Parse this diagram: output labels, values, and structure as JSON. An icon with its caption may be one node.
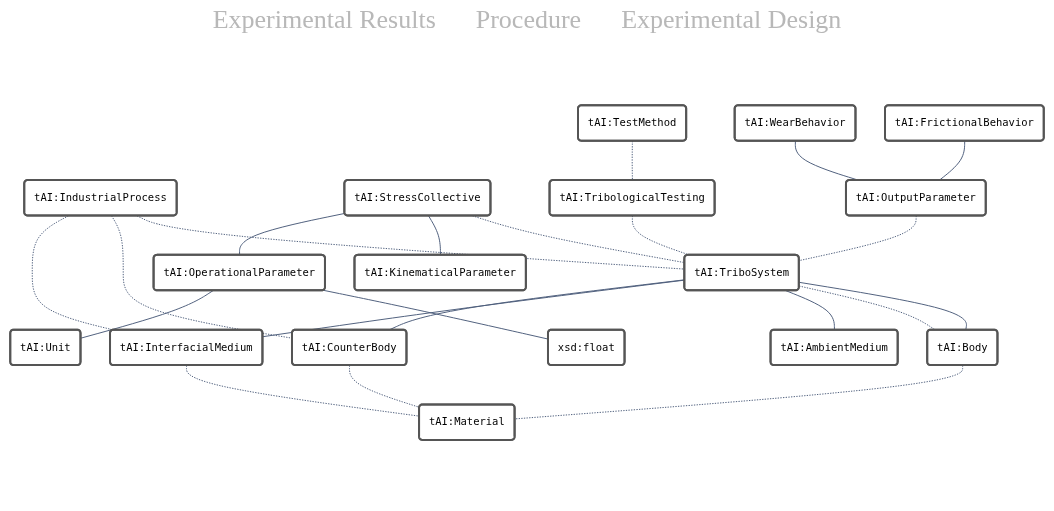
{
  "diagram": {
    "nodes": [
      {
        "text": [
          "tAI:FrictionalBehavior"
        ]
      },
      {
        "text": [
          "tAI:WearBehavior"
        ]
      },
      {
        "text": [
          "tAI:OutputParameter"
        ]
      },
      {
        "text": [
          "tAI:TestMethod"
        ]
      },
      {
        "text": [
          "tAI:TribologicalTesting"
        ]
      },
      {
        "text": [
          "tAI:StressCollective"
        ]
      },
      {
        "text": [
          "tAI:IndustrialProcess"
        ]
      },
      {
        "text": [
          "tAI:TriboSystem"
        ]
      },
      {
        "text": [
          "tAI:KinematicalParameter"
        ]
      },
      {
        "text": [
          "tAI:Body"
        ]
      },
      {
        "text": [
          "tAI:AmbientMedium"
        ]
      },
      {
        "text": [
          "tAI:OperationalParameter"
        ]
      },
      {
        "text": [
          "tAI:InterfacialMedium"
        ]
      },
      {
        "text": [
          "xsd:float"
        ]
      },
      {
        "text": [
          "tAI:Unit"
        ]
      },
      {
        "text": [
          "tAI:CounterBody"
        ]
      },
      {
        "text": [
          "tAI:Material"
        ]
      }
    ],
    "edges": [
      {
        "from": 0,
        "to": 2,
        "arrow": "none"
      },
      {
        "from": 1,
        "to": 2,
        "arrow": "none"
      },
      {
        "from": 2,
        "to": 7,
        "arrow": "none",
        "style": "dashed"
      },
      {
        "from": 3,
        "to": 4,
        "arrow": "none",
        "style": "dashed"
      },
      {
        "from": 4,
        "to": 7,
        "arrow": "none",
        "style": "dashed"
      },
      {
        "from": 6,
        "to": 7,
        "arrow": "none",
        "style": "dashed"
      },
      {
        "from": 5,
        "to": 7,
        "arrow": "none",
        "style": "dashed"
      },
      {
        "from": 5,
        "to": 8,
        "arrow": "none"
      },
      {
        "from": 5,
        "to": 11,
        "arrow": "none"
      },
      {
        "from": 7,
        "to": 9,
        "arrow": "none"
      },
      {
        "from": 7,
        "to": 9,
        "arrow": "none",
        "style": "dashed"
      },
      {
        "from": 7,
        "to": 10,
        "arrow": "none"
      },
      {
        "from": 7,
        "to": 12,
        "arrow": "none"
      },
      {
        "from": 7,
        "to": 15,
        "arrow": "none"
      },
      {
        "from": 6,
        "to": 15,
        "arrow": "none",
        "style": "dashed"
      },
      {
        "from": 6,
        "to": 12,
        "arrow": "none",
        "style": "dashed"
      },
      {
        "from": 12,
        "to": 16,
        "arrow": "none",
        "style": "dashed"
      },
      {
        "from": 15,
        "to": 16,
        "arrow": "none",
        "style": "dashed"
      },
      {
        "from": 9,
        "to": 16,
        "arrow": "none",
        "style": "dashed"
      },
      {
        "from": 11,
        "to": 13,
        "arrow": "none"
      },
      {
        "from": 11,
        "to": 14,
        "arrow": "none"
      }
    ],
    "labels": [
      "Experimental Results",
      "Procedure",
      "Experimental Design"
    ]
  }
}
